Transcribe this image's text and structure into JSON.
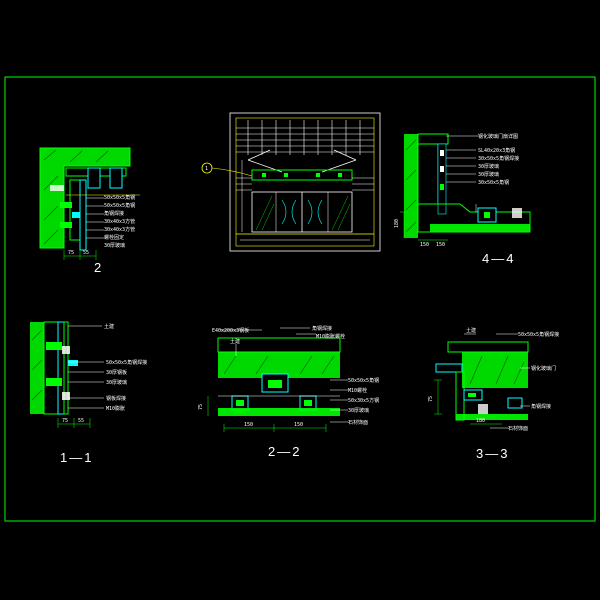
{
  "colors": {
    "background": "#000000",
    "frame": "#00ff00",
    "detail": "#00ff00",
    "accent": "#ffff00",
    "text": "#ffffff",
    "cyan": "#00ffff"
  },
  "views": {
    "elevation": {
      "callout": "1"
    },
    "detail_2": {
      "label": "2",
      "notes": [
        "50x50x5角钢",
        "50x50x5角钢",
        "角钢焊接",
        "30x40x3方管",
        "30x40x3方管",
        "螺栓固定",
        "30厚玻璃"
      ],
      "dims": [
        "75",
        "55"
      ]
    },
    "detail_4_4": {
      "label": "4—4",
      "notes": [
        "钢化玻璃门扇详图",
        "SL40x20x3角钢",
        "30x50x5角钢焊接",
        "30厚玻璃",
        "30厚玻璃",
        "30x50x5角钢"
      ],
      "dims": [
        "150",
        "150",
        "180"
      ]
    },
    "detail_1_1": {
      "label": "1—1",
      "notes": [
        "土建",
        "50x50x5角钢焊接",
        "30厚钢板",
        "30厚玻璃",
        "钢板焊接",
        "M10膨胀"
      ],
      "dims": [
        "75",
        "55"
      ]
    },
    "detail_2_2": {
      "label": "2—2",
      "notes": [
        "E40x200x3钢板",
        "土建",
        "角钢焊接",
        "M10膨胀螺栓",
        "50x50x5角钢",
        "M10螺栓",
        "50x30x5方钢",
        "30厚玻璃",
        "石材饰面"
      ],
      "dims": [
        "150",
        "150",
        "75"
      ]
    },
    "detail_3_3": {
      "label": "3—3",
      "notes": [
        "土建",
        "50x50x5角钢焊接",
        "钢化玻璃门",
        "角钢焊接",
        "石材饰面"
      ],
      "dims": [
        "180",
        "75"
      ]
    }
  }
}
